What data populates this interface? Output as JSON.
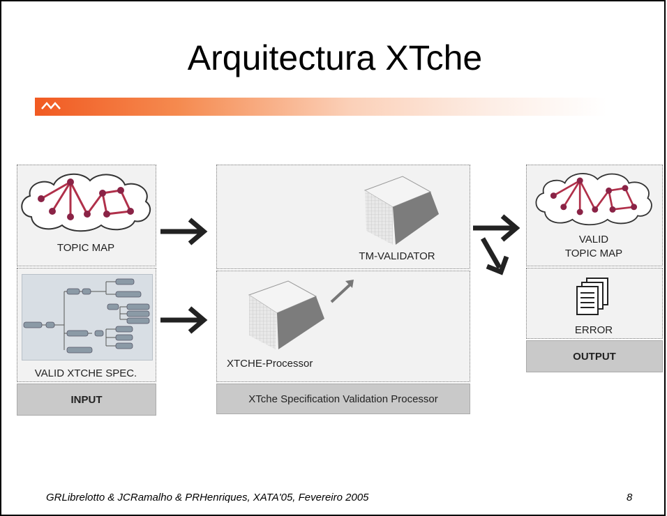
{
  "slide": {
    "title": "Arquitectura XTche",
    "footer_left": "GRLibrelotto & JCRamalho & PRHenriques, XATA'05, Fevereiro 2005",
    "page_number": "8"
  },
  "input": {
    "topic_map_label": "TOPIC MAP",
    "spec_label": "VALID XTCHE SPEC.",
    "section_label": "INPUT"
  },
  "processor": {
    "validator_label": "TM-VALIDATOR",
    "xtche_processor_label": "XTCHE-Processor",
    "section_label": "XTche Specification Validation Processor"
  },
  "output": {
    "valid_line1": "VALID",
    "valid_line2": "TOPIC MAP",
    "error_label": "ERROR",
    "section_label": "OUTPUT"
  },
  "colors": {
    "accent_bar": "#f15a22",
    "graph_edge": "#b0304a",
    "graph_node": "#8a2346",
    "panel_bg": "#f2f2f2",
    "label_bg": "#c9c9c9"
  },
  "icons": [
    "topic-map-cloud-icon",
    "xml-tree-icon",
    "cube-icon",
    "documents-icon",
    "arrow-right-icon"
  ]
}
